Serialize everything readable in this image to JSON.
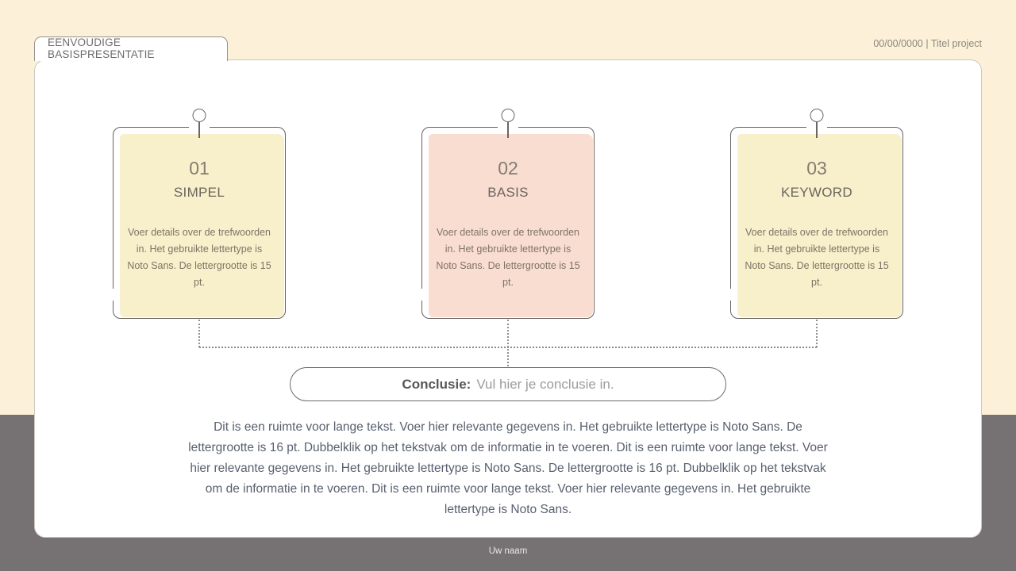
{
  "slide": {
    "tab_title": "EENVOUDIGE BASISPRESENTATIE",
    "header_meta": "00/00/0000 | Titel project",
    "footer_name": "Uw naam"
  },
  "cards": [
    {
      "number": "01",
      "title": "SIMPEL",
      "body": "Voer details over de trefwoorden in. Het gebruikte lettertype is Noto Sans. De lettergrootte is 15 pt.",
      "fill": "#f8efcb"
    },
    {
      "number": "02",
      "title": "BASIS",
      "body": "Voer details over de trefwoorden in. Het gebruikte lettertype is Noto Sans. De lettergrootte is 15 pt.",
      "fill": "#f9ddd1"
    },
    {
      "number": "03",
      "title": "KEYWORD",
      "body": "Voer details over de trefwoorden in. Het gebruikte lettertype is Noto Sans. De lettergrootte is 15 pt.",
      "fill": "#f8efcb"
    }
  ],
  "conclusion": {
    "label": "Conclusie:",
    "text": "Vul hier je conclusie in."
  },
  "long_text": "Dit is een ruimte voor lange tekst. Voer hier relevante gegevens in. Het gebruikte lettertype is Noto Sans. De lettergrootte is 16 pt. Dubbelklik op het tekstvak om de informatie in te voeren. Dit is een ruimte voor lange tekst. Voer hier relevante gegevens in. Het gebruikte lettertype is Noto Sans. De lettergrootte is 16 pt. Dubbelklik op het tekstvak om de informatie in te voeren. Dit is een ruimte voor lange tekst. Voer hier relevante gegevens in. Het gebruikte lettertype is Noto Sans.",
  "colors": {
    "background_cream": "#fcf1d8",
    "background_gray": "#767172",
    "card_yellow": "#f8efcb",
    "card_pink": "#f9ddd1",
    "card_border": "#67625f",
    "text_warm_gray": "#7e7466",
    "text_slate": "#58606f"
  }
}
